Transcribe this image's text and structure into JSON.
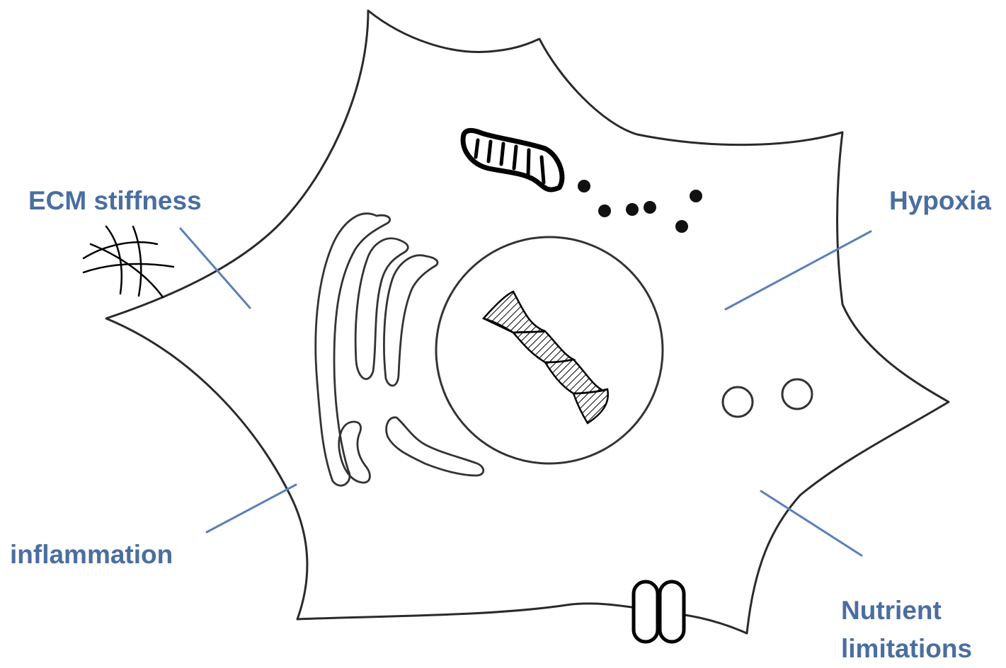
{
  "labels": {
    "ecm_stiffness": "ECM stiffness",
    "hypoxia": "Hypoxia",
    "inflammation": "inflammation",
    "nutrient_line1": "Nutrient",
    "nutrient_line2": "limitations"
  },
  "colors": {
    "label_text": "#4a6ea0",
    "leader_line": "#5b80b8",
    "cell_outline": "#2a2a2a",
    "organelle": "#000000"
  }
}
